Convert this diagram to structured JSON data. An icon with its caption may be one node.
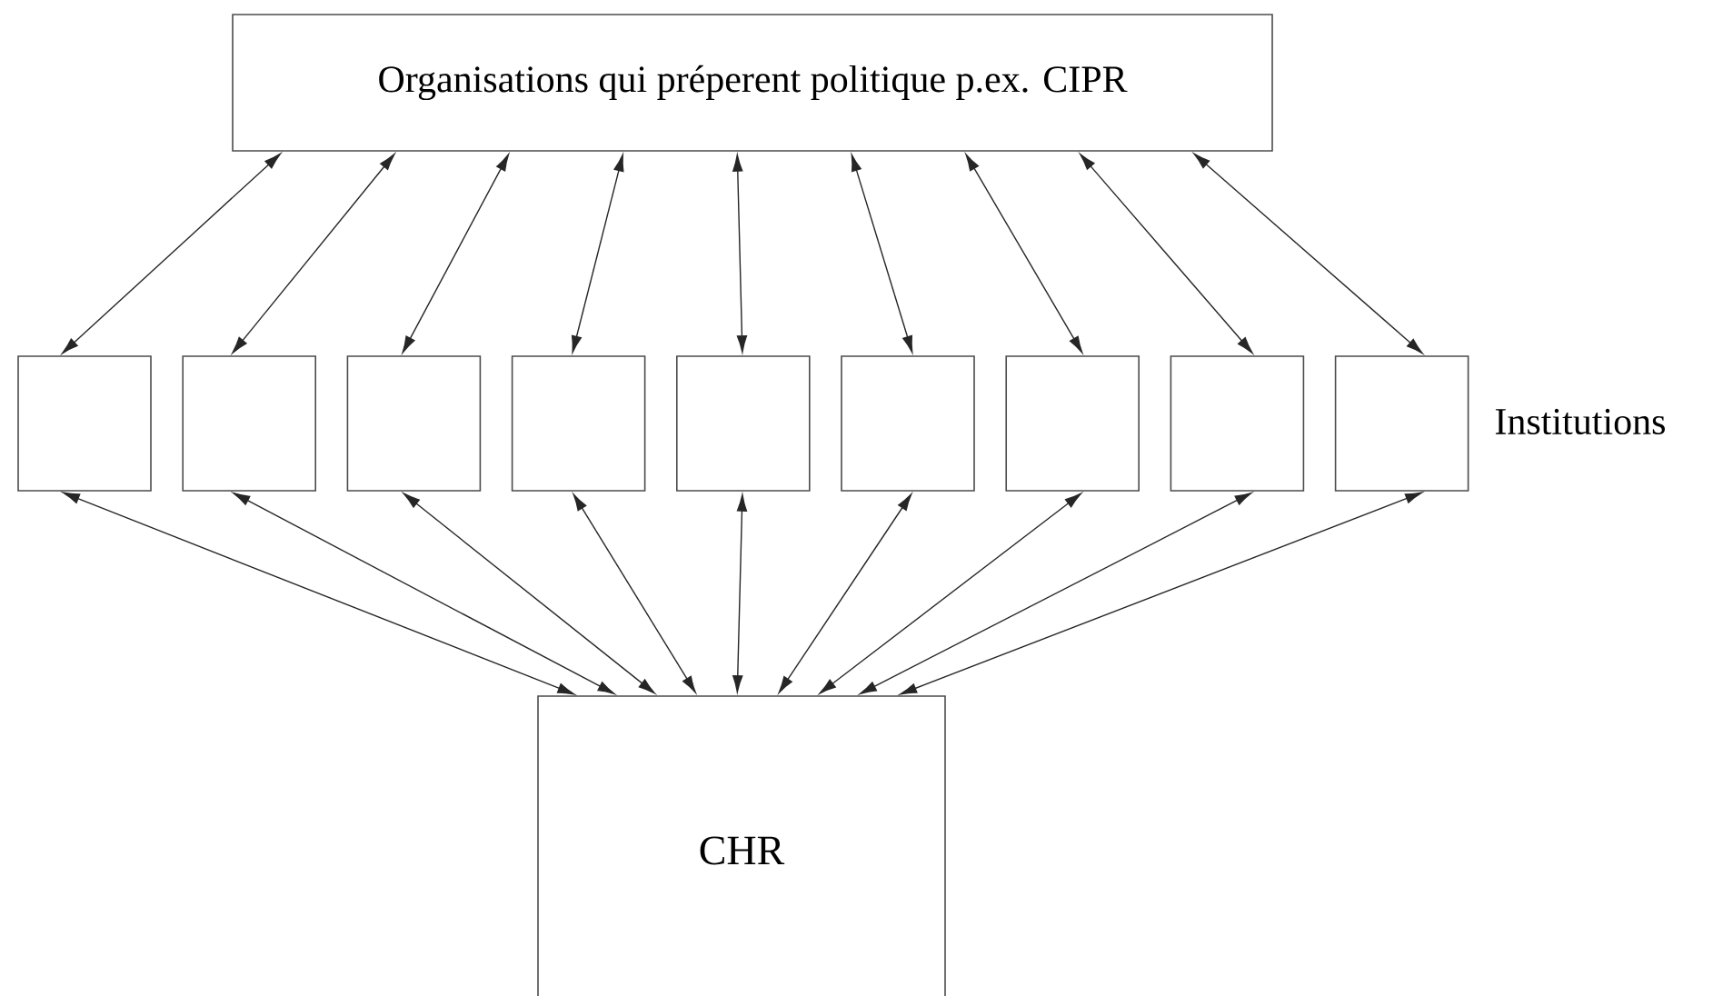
{
  "diagram": {
    "nodes": [
      {
        "text": [
          "Organisations qui préperent politique p.ex. CIPR"
        ]
      },
      {
        "text": [],
        "shape": "box"
      },
      {
        "text": [],
        "shape": "box"
      },
      {
        "text": [],
        "shape": "box"
      },
      {
        "text": [],
        "shape": "box"
      },
      {
        "text": [],
        "shape": "box"
      },
      {
        "text": [],
        "shape": "box"
      },
      {
        "text": [],
        "shape": "box"
      },
      {
        "text": [],
        "shape": "box"
      },
      {
        "text": [],
        "shape": "box"
      },
      {
        "text": [
          "CHR"
        ]
      }
    ],
    "edges": [
      {
        "from": 0,
        "to": 1,
        "arrow": "both"
      },
      {
        "from": 0,
        "to": 2,
        "arrow": "both"
      },
      {
        "from": 0,
        "to": 3,
        "arrow": "both"
      },
      {
        "from": 0,
        "to": 4,
        "arrow": "both"
      },
      {
        "from": 0,
        "to": 5,
        "arrow": "both"
      },
      {
        "from": 0,
        "to": 6,
        "arrow": "both"
      },
      {
        "from": 0,
        "to": 7,
        "arrow": "both"
      },
      {
        "from": 0,
        "to": 8,
        "arrow": "both"
      },
      {
        "from": 0,
        "to": 9,
        "arrow": "both"
      },
      {
        "from": 1,
        "to": 10,
        "arrow": "both"
      },
      {
        "from": 2,
        "to": 10,
        "arrow": "both"
      },
      {
        "from": 3,
        "to": 10,
        "arrow": "both"
      },
      {
        "from": 4,
        "to": 10,
        "arrow": "both"
      },
      {
        "from": 5,
        "to": 10,
        "arrow": "both"
      },
      {
        "from": 6,
        "to": 10,
        "arrow": "both"
      },
      {
        "from": 7,
        "to": 10,
        "arrow": "both"
      },
      {
        "from": 8,
        "to": 10,
        "arrow": "both"
      },
      {
        "from": 9,
        "to": 10,
        "arrow": "both"
      }
    ],
    "labels": [
      "Institutions"
    ]
  }
}
